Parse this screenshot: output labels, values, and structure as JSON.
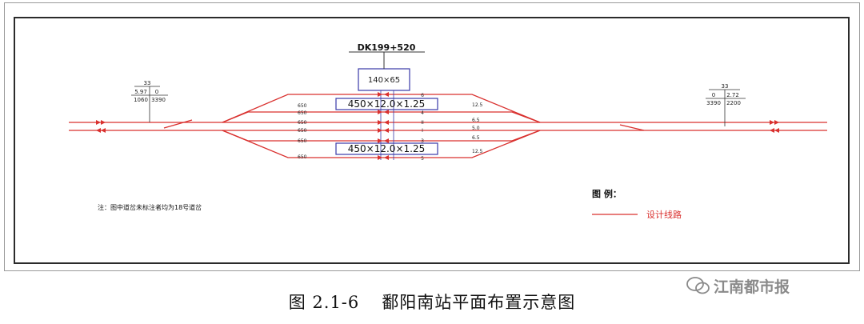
{
  "station_mark": "DK199+520",
  "building": "140×65",
  "platform_label": "450×12.0×1.25",
  "west_curve": {
    "radius": "33",
    "a": "5.97",
    "b": "0",
    "c": "1060",
    "d": "3390"
  },
  "east_curve": {
    "radius": "33",
    "a": "0",
    "b": "2.72",
    "c": "3390",
    "d": "2200"
  },
  "track_numbers": [
    "6",
    "4",
    "II",
    "I",
    "3",
    "5"
  ],
  "left_lengths": [
    "650",
    "650",
    "650",
    "650",
    "650",
    "650"
  ],
  "right_offsets": [
    "12.5",
    "6.5",
    "5.0",
    "6.5",
    "12.5"
  ],
  "legend": {
    "title": "图 例：",
    "item_label": "设计线路"
  },
  "note": "注：图中道岔未标注者均为18号道岔",
  "caption": {
    "number": "图 2.1-6",
    "title": "鄱阳南站平面布置示意图"
  },
  "watermark": "江南都市报",
  "colors": {
    "track": "#d9302e",
    "box": "#3a3aa8",
    "line": "#333333"
  }
}
